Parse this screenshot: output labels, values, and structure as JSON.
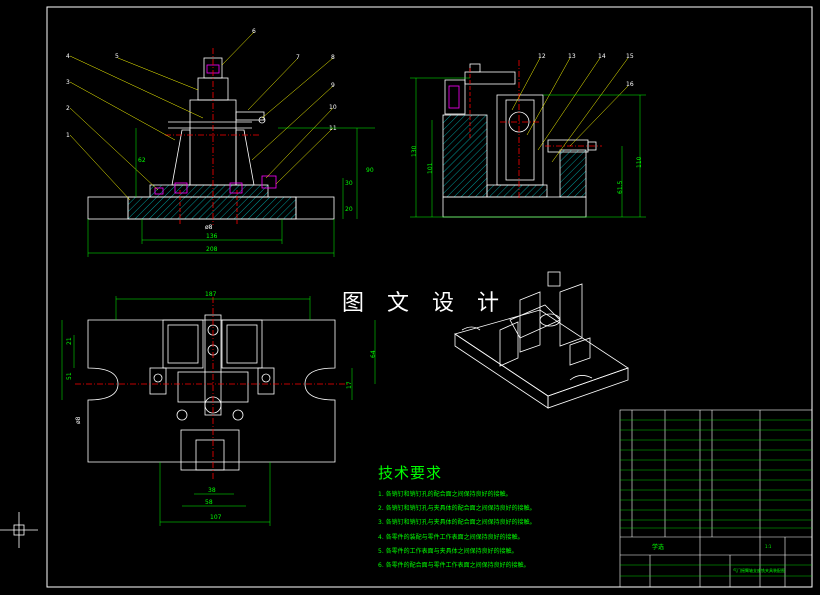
{
  "watermark": "图 文 设 计",
  "technical_requirements": {
    "title": "技术要求",
    "items": [
      "1. 各销钉和销钉孔的配合面之间保持良好的接触。",
      "2. 各销钉和销钉孔与夹具体的配合面之间保持良好的接触。",
      "3. 各销钉和销钉孔与夹具体的配合面之间保持良好的接触。",
      "4. 各零件的装配与零件工作表面之间保持良好的接触。",
      "5. 各零件的工作表面与夹具体之间保持良好的接触。",
      "6. 各零件的配合面与零件工作表面之间保持良好的接触。"
    ]
  },
  "dimensions": {
    "front_view": [
      "136",
      "208",
      "ø8",
      "30",
      "20",
      "90",
      "62"
    ],
    "side_view": [
      "130",
      "101",
      "110",
      "61.5"
    ],
    "top_view": [
      "187",
      "107",
      "58",
      "38",
      "64",
      "51",
      "17",
      "21",
      "ø8"
    ]
  },
  "part_labels": {
    "front_view": [
      "1",
      "2",
      "3",
      "4",
      "5",
      "6",
      "7",
      "8",
      "9",
      "10",
      "11"
    ],
    "side_view": [
      "12",
      "13",
      "14",
      "15",
      "16"
    ]
  },
  "title_block": {
    "designer_label": "学选",
    "drawing_name": "气门摇臂轴支座铣夹具装配图",
    "scale": "1:1"
  },
  "colors": {
    "background": "#000000",
    "outline": "#ffffff",
    "dimension": "#00ff00",
    "centerline": "#ff0000",
    "leader": "#ffff00",
    "hatch": "#00ffff",
    "highlight": "#ff00ff"
  }
}
